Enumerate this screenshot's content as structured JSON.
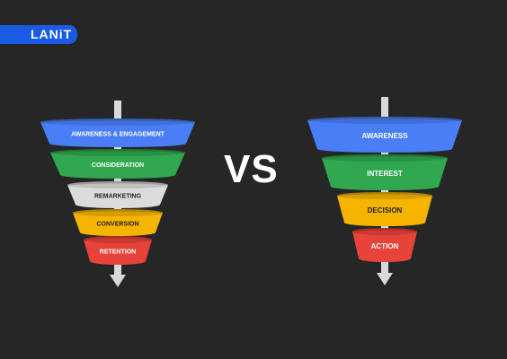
{
  "logo": {
    "text": "LANiT",
    "color": "#1a5be6"
  },
  "vs_label": "VS",
  "left_funnel": {
    "stages": [
      {
        "label": "AWARENESS & ENGAGEMENT",
        "color": "#4a7ef7",
        "text_color": "#ffffff"
      },
      {
        "label": "CONSIDERATION",
        "color": "#2fa84f",
        "text_color": "#ffffff"
      },
      {
        "label": "REMARKETING",
        "color": "#dcdcdc",
        "text_color": "#222222"
      },
      {
        "label": "CONVERSION",
        "color": "#f5b400",
        "text_color": "#222222"
      },
      {
        "label": "RETENTION",
        "color": "#e8433a",
        "text_color": "#ffffff"
      }
    ]
  },
  "right_funnel": {
    "stages": [
      {
        "label": "AWARENESS",
        "color": "#4a7ef7",
        "text_color": "#ffffff"
      },
      {
        "label": "INTEREST",
        "color": "#2fa84f",
        "text_color": "#ffffff"
      },
      {
        "label": "DECISION",
        "color": "#f5b400",
        "text_color": "#222222"
      },
      {
        "label": "ACTION",
        "color": "#e8433a",
        "text_color": "#ffffff"
      }
    ]
  },
  "arrow_color": "#d9d9d9"
}
